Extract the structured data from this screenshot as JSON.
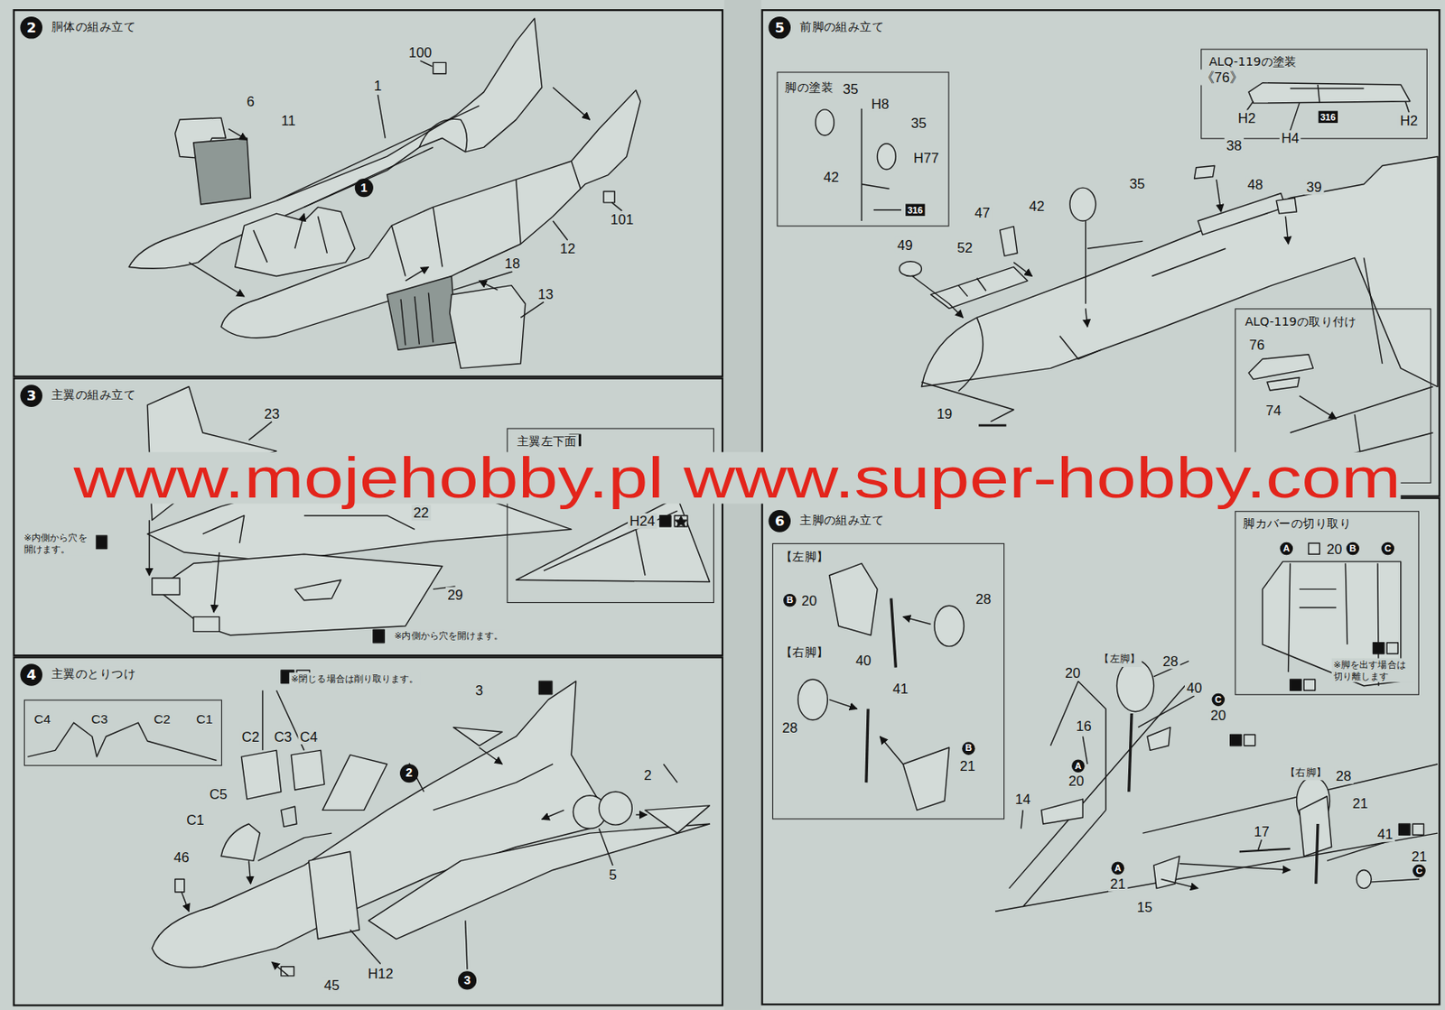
{
  "diagram": {
    "nodes": [
      {
        "text": [
          "2",
          "胴体の組み立て"
        ]
      },
      {
        "text": [
          "3",
          "主翼の組み立て"
        ]
      },
      {
        "text": [
          "主翼左下面"
        ],
        "in": 1
      },
      {
        "text": [
          "4",
          "主翼のとりつけ"
        ]
      },
      {
        "text": [
          "C4",
          "C3",
          "C2",
          "C1"
        ],
        "in": 3
      },
      {
        "text": [
          "5",
          "前脚の組み立て"
        ]
      },
      {
        "text": [
          "脚の塗装"
        ],
        "in": 5
      },
      {
        "text": [
          "ALQ-119の塗装"
        ],
        "in": 5
      },
      {
        "text": [
          "ALQ-119の取り付け"
        ],
        "in": 5
      },
      {
        "text": [
          "6",
          "主脚の組み立て"
        ]
      },
      {
        "text": [
          "【左脚】",
          "【右脚】"
        ],
        "in": 9
      },
      {
        "text": [
          "脚カバーの切り取り"
        ],
        "in": 9
      }
    ],
    "labels": [
      "100",
      "1",
      "6",
      "11",
      "1",
      "12",
      "101",
      "18",
      "13",
      "23",
      "22",
      "※内側から穴を 開けます。",
      "29",
      "※内側から穴を開けます。",
      "H24",
      "※閉じる場合は削り取ります。",
      "3",
      "C2",
      "C3",
      "C4",
      "C5",
      "C1",
      "46",
      "2",
      "2",
      "5",
      "45",
      "H12",
      "3",
      "35",
      "H8",
      "35",
      "H77",
      "42",
      "316",
      "《76》",
      "H2",
      "316",
      "H4",
      "H2",
      "38",
      "39",
      "35",
      "42",
      "48",
      "47",
      "49",
      "52",
      "19",
      "76",
      "74",
      "B",
      "20",
      "28",
      "40",
      "28",
      "41",
      "B",
      "21",
      "A",
      "20",
      "B",
      "C",
      "※脚を出す場合は 切り離します",
      "【左脚】",
      "28",
      "20",
      "40",
      "C",
      "20",
      "16",
      "A",
      "20",
      "14",
      "【右脚】",
      "28",
      "21",
      "17",
      "41",
      "21",
      "C",
      "A",
      "21",
      "15",
      "www.mojehobby.pl www.super-hobby.com"
    ]
  }
}
